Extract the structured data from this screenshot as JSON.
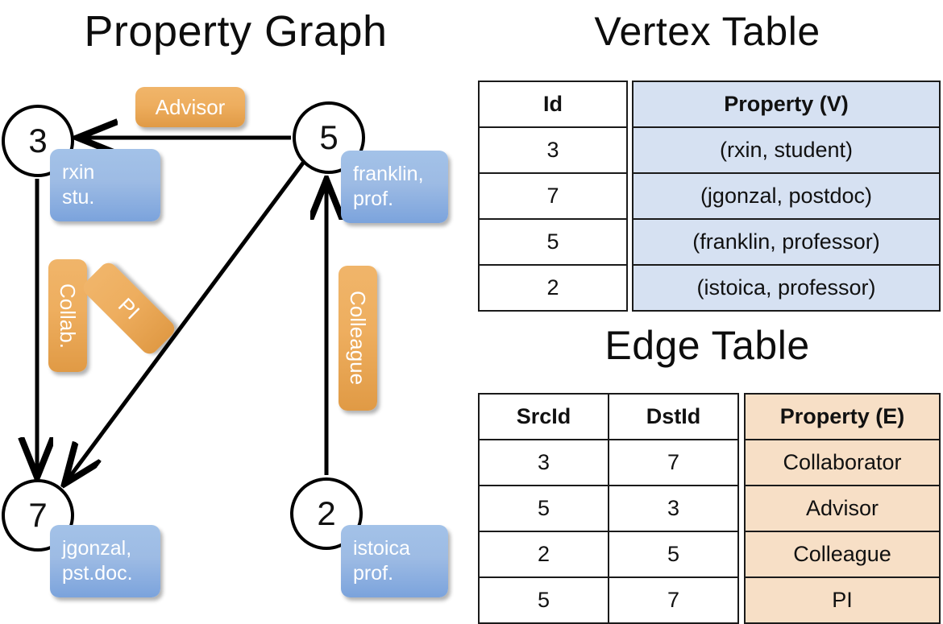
{
  "titles": {
    "property_graph": "Property Graph",
    "vertex_table": "Vertex Table",
    "edge_table": "Edge Table"
  },
  "graph": {
    "nodes": [
      {
        "id": "3",
        "label": "3",
        "property": "rxin\nstu."
      },
      {
        "id": "5",
        "label": "5",
        "property": "franklin,\nprof."
      },
      {
        "id": "7",
        "label": "7",
        "property": "jgonzal,\npst.doc."
      },
      {
        "id": "2",
        "label": "2",
        "property": "istoica\nprof."
      }
    ],
    "node_properties": {
      "rxin_line1": "rxin",
      "rxin_line2": "stu.",
      "franklin_line1": "franklin,",
      "franklin_line2": "prof.",
      "jgonzal_line1": "jgonzal,",
      "jgonzal_line2": "pst.doc.",
      "istoica_line1": "istoica",
      "istoica_line2": "prof."
    },
    "edge_labels": {
      "advisor": "Advisor",
      "collab": "Collab.",
      "pi": "PI",
      "colleague": "Colleague"
    },
    "edges": [
      {
        "from": "5",
        "to": "3",
        "label": "Advisor"
      },
      {
        "from": "3",
        "to": "7",
        "label": "Collab."
      },
      {
        "from": "5",
        "to": "7",
        "label": "PI"
      },
      {
        "from": "2",
        "to": "5",
        "label": "Colleague"
      }
    ]
  },
  "vertex_table": {
    "headers": [
      "Id",
      "Property (V)"
    ],
    "rows": [
      {
        "id": "3",
        "property": "(rxin, student)"
      },
      {
        "id": "7",
        "property": "(jgonzal, postdoc)"
      },
      {
        "id": "5",
        "property": "(franklin, professor)"
      },
      {
        "id": "2",
        "property": "(istoica, professor)"
      }
    ]
  },
  "edge_table": {
    "headers": [
      "SrcId",
      "DstId",
      "Property (E)"
    ],
    "rows": [
      {
        "src": "3",
        "dst": "7",
        "property": "Collaborator"
      },
      {
        "src": "5",
        "dst": "3",
        "property": "Advisor"
      },
      {
        "src": "2",
        "dst": "5",
        "property": "Colleague"
      },
      {
        "src": "5",
        "dst": "7",
        "property": "PI"
      }
    ]
  },
  "colors": {
    "vertex_property_fill": "#d6e1f2",
    "edge_property_fill": "#f7dfc6",
    "node_box_blue": "#9dbbe4",
    "edge_label_orange": "#eeae5f",
    "stroke": "#000000"
  }
}
